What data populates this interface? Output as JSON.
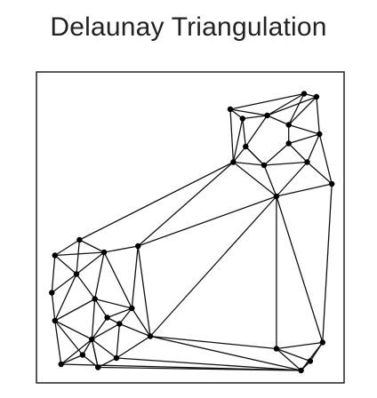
{
  "title": "Delaunay Triangulation",
  "colors": {
    "background": "#ffffff",
    "frame": "#222222",
    "edge": "#111111",
    "vertex": "#000000"
  },
  "triangulation": {
    "points": [
      [
        0.06,
        0.59
      ],
      [
        0.14,
        0.54
      ],
      [
        0.22,
        0.58
      ],
      [
        0.33,
        0.56
      ],
      [
        0.05,
        0.71
      ],
      [
        0.13,
        0.65
      ],
      [
        0.19,
        0.73
      ],
      [
        0.06,
        0.8
      ],
      [
        0.23,
        0.79
      ],
      [
        0.18,
        0.86
      ],
      [
        0.27,
        0.81
      ],
      [
        0.15,
        0.91
      ],
      [
        0.08,
        0.94
      ],
      [
        0.2,
        0.95
      ],
      [
        0.26,
        0.92
      ],
      [
        0.31,
        0.76
      ],
      [
        0.37,
        0.85
      ],
      [
        0.78,
        0.89
      ],
      [
        0.89,
        0.93
      ],
      [
        0.86,
        0.96
      ],
      [
        0.93,
        0.87
      ],
      [
        0.78,
        0.4
      ],
      [
        0.96,
        0.36
      ],
      [
        0.92,
        0.2
      ],
      [
        0.91,
        0.08
      ],
      [
        0.87,
        0.07
      ],
      [
        0.75,
        0.14
      ],
      [
        0.82,
        0.17
      ],
      [
        0.67,
        0.15
      ],
      [
        0.68,
        0.24
      ],
      [
        0.64,
        0.29
      ],
      [
        0.74,
        0.3
      ],
      [
        0.88,
        0.29
      ],
      [
        0.63,
        0.12
      ],
      [
        0.82,
        0.23
      ]
    ],
    "edges": [
      [
        0,
        1
      ],
      [
        1,
        2
      ],
      [
        2,
        3
      ],
      [
        0,
        4
      ],
      [
        4,
        7
      ],
      [
        7,
        12
      ],
      [
        12,
        11
      ],
      [
        11,
        13
      ],
      [
        13,
        14
      ],
      [
        14,
        16
      ],
      [
        16,
        17
      ],
      [
        17,
        18
      ],
      [
        18,
        19
      ],
      [
        19,
        20
      ],
      [
        20,
        22
      ],
      [
        22,
        23
      ],
      [
        23,
        24
      ],
      [
        24,
        25
      ],
      [
        25,
        33
      ],
      [
        33,
        30
      ],
      [
        30,
        1
      ],
      [
        30,
        3
      ],
      [
        3,
        21
      ],
      [
        21,
        30
      ],
      [
        21,
        31
      ],
      [
        31,
        30
      ],
      [
        21,
        22
      ],
      [
        21,
        20
      ],
      [
        21,
        17
      ],
      [
        21,
        16
      ],
      [
        21,
        32
      ],
      [
        32,
        22
      ],
      [
        32,
        23
      ],
      [
        32,
        31
      ],
      [
        31,
        29
      ],
      [
        29,
        30
      ],
      [
        29,
        28
      ],
      [
        28,
        26
      ],
      [
        26,
        27
      ],
      [
        27,
        34
      ],
      [
        34,
        32
      ],
      [
        34,
        23
      ],
      [
        27,
        23
      ],
      [
        27,
        24
      ],
      [
        26,
        25
      ],
      [
        25,
        27
      ],
      [
        26,
        33
      ],
      [
        28,
        33
      ],
      [
        28,
        30
      ],
      [
        26,
        29
      ],
      [
        29,
        31
      ],
      [
        31,
        34
      ],
      [
        26,
        24
      ],
      [
        0,
        5
      ],
      [
        1,
        5
      ],
      [
        2,
        5
      ],
      [
        4,
        5
      ],
      [
        5,
        6
      ],
      [
        5,
        7
      ],
      [
        2,
        6
      ],
      [
        2,
        15
      ],
      [
        3,
        15
      ],
      [
        15,
        16
      ],
      [
        6,
        15
      ],
      [
        6,
        8
      ],
      [
        8,
        15
      ],
      [
        7,
        6
      ],
      [
        7,
        9
      ],
      [
        6,
        9
      ],
      [
        8,
        9
      ],
      [
        8,
        10
      ],
      [
        10,
        15
      ],
      [
        10,
        16
      ],
      [
        9,
        10
      ],
      [
        9,
        11
      ],
      [
        11,
        7
      ],
      [
        9,
        13
      ],
      [
        10,
        14
      ],
      [
        13,
        9
      ],
      [
        14,
        9
      ],
      [
        12,
        9
      ],
      [
        17,
        19
      ],
      [
        17,
        20
      ],
      [
        16,
        19
      ],
      [
        14,
        19
      ],
      [
        13,
        19
      ],
      [
        12,
        19
      ],
      [
        3,
        16
      ],
      [
        18,
        20
      ],
      [
        0,
        2
      ]
    ]
  }
}
